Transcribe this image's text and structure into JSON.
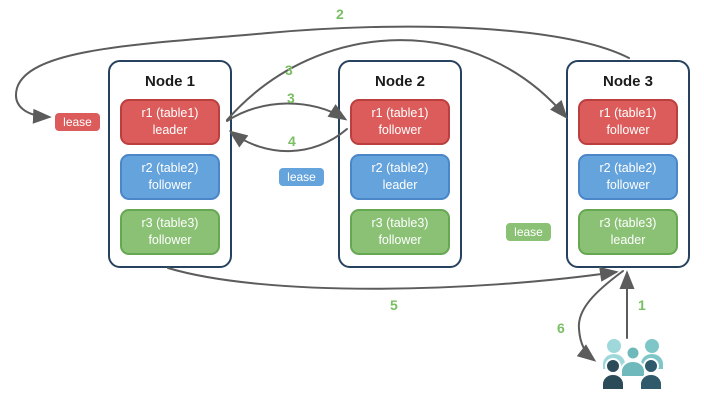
{
  "nodes": [
    {
      "title": "Node 1",
      "replicas": [
        {
          "range": "r1 (table1)",
          "role": "leader",
          "color": "red"
        },
        {
          "range": "r2 (table2)",
          "role": "follower",
          "color": "blue"
        },
        {
          "range": "r3 (table3)",
          "role": "follower",
          "color": "green"
        }
      ]
    },
    {
      "title": "Node 2",
      "replicas": [
        {
          "range": "r1 (table1)",
          "role": "follower",
          "color": "red"
        },
        {
          "range": "r2 (table2)",
          "role": "leader",
          "color": "blue"
        },
        {
          "range": "r3 (table3)",
          "role": "follower",
          "color": "green"
        }
      ]
    },
    {
      "title": "Node 3",
      "replicas": [
        {
          "range": "r1 (table1)",
          "role": "follower",
          "color": "red"
        },
        {
          "range": "r2 (table2)",
          "role": "follower",
          "color": "blue"
        },
        {
          "range": "r3 (table3)",
          "role": "leader",
          "color": "green"
        }
      ]
    }
  ],
  "leases": [
    {
      "label": "lease",
      "color": "red"
    },
    {
      "label": "lease",
      "color": "blue"
    },
    {
      "label": "lease",
      "color": "green"
    }
  ],
  "steps": {
    "step1": "1",
    "step2": "2",
    "step3_to_node3": "3",
    "step3_to_node2": "3",
    "step4": "4",
    "step5": "5",
    "step6": "6"
  },
  "icons": {
    "users": "user-group-icon"
  },
  "colors": {
    "background": "#FFFFFF",
    "node_border": "#26425F",
    "node_title_text": "#1B1B1B",
    "replica_text": "#FFFFFF",
    "replica_red": "#DC5C5C",
    "replica_red_border": "#BC3F3F",
    "replica_blue": "#64A3DB",
    "replica_blue_border": "#4A86C8",
    "replica_green": "#8BC175",
    "replica_green_border": "#66A852",
    "arrow": "#5C5C5C",
    "step_number": "#7ABF63",
    "users_teal_light": "#9ED8DB",
    "users_teal": "#7FC6C9",
    "users_teal_mid": "#6FB9BD",
    "users_dark": "#2C4B59",
    "users_dark_teal": "#30596B"
  }
}
